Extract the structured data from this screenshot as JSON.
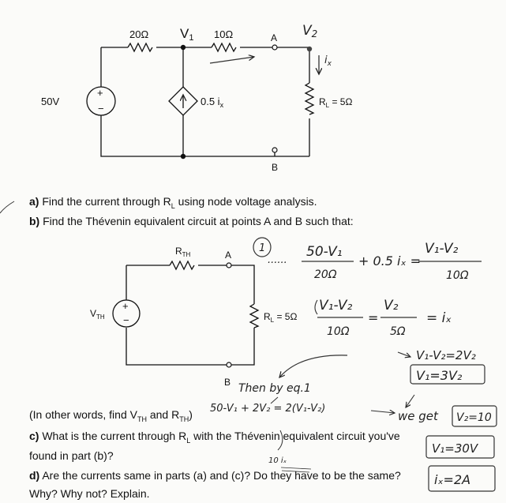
{
  "circuit1": {
    "r20": "20Ω",
    "v1": "V",
    "v1_sub": "1",
    "r10": "10Ω",
    "node_a": "A",
    "v2": "V",
    "v2_sub": "2",
    "ix": "i",
    "ix_sub": "x",
    "source_v": "50V",
    "plus": "+",
    "minus": "−",
    "dep_source": "0.5 i",
    "dep_sub": "x",
    "rl_label": "R",
    "rl_sub": "L",
    "rl_value": " = 5Ω",
    "node_b": "B"
  },
  "questions": {
    "a_label": "a)",
    "a_text": "Find the current through R",
    "a_sub": "L",
    "a_rest": " using node voltage analysis.",
    "b_label": "b)",
    "b_text": "Find the Thévenin equivalent circuit at points A and B such that:",
    "paren_text": "(In other words, find V",
    "paren_sub1": "TH",
    "paren_mid": " and R",
    "paren_sub2": "TH",
    "paren_end": ")",
    "c_label": "c)",
    "c_text": "What is the current through R",
    "c_sub": "L",
    "c_rest": " with the Thévenin equivalent circuit you've",
    "c_line2": "found in part (b)?",
    "d_label": "d)",
    "d_text": "Are the currents same in parts (a) and (c)? Do they have to be the same?",
    "d_line2": "Why? Why not? Explain."
  },
  "circuit2": {
    "rth": "R",
    "rth_sub": "TH",
    "node_a": "A",
    "vth": "V",
    "vth_sub": "TH",
    "plus": "+",
    "minus": "−",
    "rl_label": "R",
    "rl_sub": "L",
    "rl_value": " = 5Ω",
    "node_b": "B"
  },
  "handwriting": {
    "eq_marker": "1",
    "eq1_num_left": "50-V₁",
    "eq1_den_left": "20Ω",
    "eq1_plus": "+ 0.5 iₓ =",
    "eq1_num_right": "V₁-V₂",
    "eq1_den_right": "10Ω",
    "eq2_num_left": "V₁-V₂",
    "eq2_den_left": "10Ω",
    "eq2_eq": "=",
    "eq2_num_right": "V₂",
    "eq2_den_right": "5Ω",
    "eq2_ix": "= iₓ",
    "step1": "V₁-V₂=2V₂",
    "step2": "V₁=3V₂",
    "then": "Then by eq.1",
    "sub_eq": "50-V₁ + 2V₂ = 2(V₁-V₂)",
    "below_sub": "10 iₓ",
    "we_get": "we get",
    "v2_result": "V₂=10",
    "v1_result": "V₁=30V",
    "ix_result": "iₓ=2A",
    "dots": "......"
  }
}
